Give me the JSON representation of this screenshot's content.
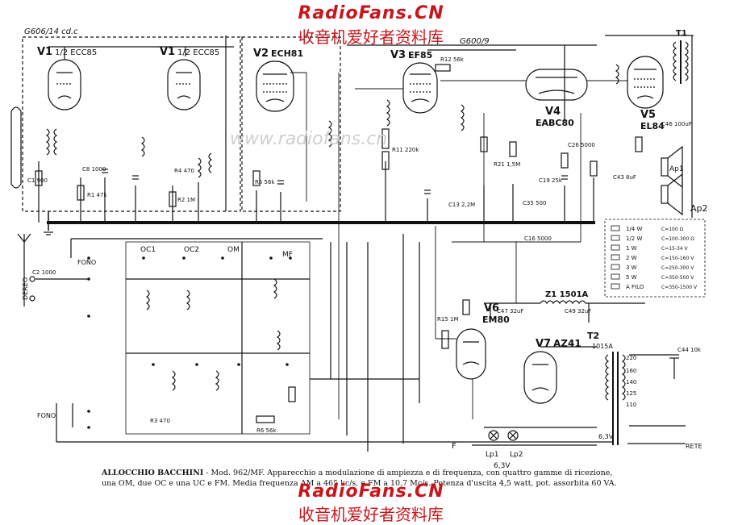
{
  "watermark": {
    "site_en": "RadioFans.CN",
    "site_cn": "收音机爱好者资料库",
    "faint": "www.radiofans.cn"
  },
  "caption": {
    "brand": "ALLOCCHIO BACCHINI",
    "text": " - Mod. 962/MF. Apparecchio a modulazione di ampiezza e di frequenza, con quattro gamme di ricezione, una OM, due OC e una UC e FM. Media frequenza AM a 465 kc/s, e FM a 10,7 Mc/s. Potenza d'uscita 4,5 watt, pot. assorbita 60 VA."
  },
  "labels": {
    "g606": "G606/14 cd.c",
    "g600": "G600/9",
    "fono": "FONO",
    "dereo": "DEREO",
    "rete": "RETE",
    "f": "F",
    "v63": "6,3V",
    "lp1": "Lp1",
    "lp2": "Lp2",
    "ap1": "Ap1",
    "ap2": "Ap2",
    "z1": "Z1 1501A",
    "t2": "T2",
    "t2_code": "1015A",
    "t1": "T1",
    "oc1": "OC1",
    "oc2": "OC2",
    "om": "OM",
    "mf": "MF"
  },
  "tubes": [
    {
      "id": "V1",
      "type": "1/2 ECC85"
    },
    {
      "id": "V1",
      "type": "1/2 ECC85"
    },
    {
      "id": "V2",
      "type": "ECH81"
    },
    {
      "id": "V3",
      "type": "EF85"
    },
    {
      "id": "V4",
      "type": "EABC80"
    },
    {
      "id": "V5",
      "type": "EL84"
    },
    {
      "id": "V6",
      "type": "EM80"
    },
    {
      "id": "V7",
      "type": "AZ41"
    }
  ],
  "components": [
    "C1 900",
    "C2 1000",
    "C8 1000",
    "R1 47k",
    "R2 1M",
    "R5 56k",
    "R11 220k",
    "R12 56k",
    "C19 25k",
    "C26 5000",
    "C44 10k",
    "C46 100uF",
    "C49 32uF",
    "C47 32uF",
    "C43 8uF",
    "R15 1M",
    "R21 1,5M",
    "C35 500",
    "C16 5000",
    "C13 2,2M",
    "R6 56k",
    "R3 470",
    "R4 470"
  ],
  "legend": [
    {
      "sym": "1/4 W",
      "desc": "C=100 Ω"
    },
    {
      "sym": "1/2 W",
      "desc": "C=100-300 Ω"
    },
    {
      "sym": "1 W",
      "desc": "C=15-34 V"
    },
    {
      "sym": "2 W",
      "desc": "C=150-160 V"
    },
    {
      "sym": "3 W",
      "desc": "C=250-300 V"
    },
    {
      "sym": "5 W",
      "desc": "C=350-500 V"
    },
    {
      "sym": "A FILO",
      "desc": "C=350-1500 V"
    }
  ],
  "taps": [
    "220",
    "160",
    "140",
    "125",
    "110"
  ]
}
